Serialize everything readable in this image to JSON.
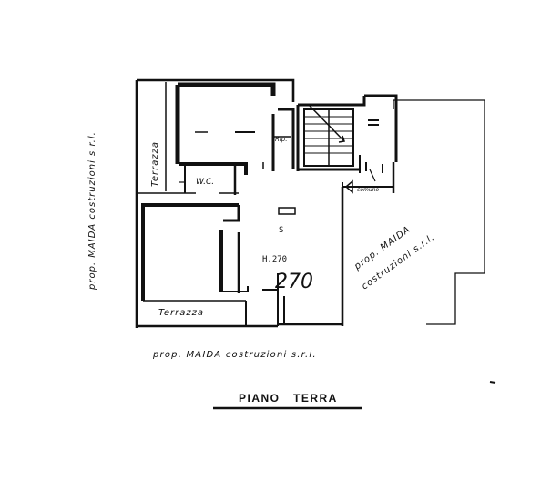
{
  "plan": {
    "title": "PIANO   TERRA",
    "labels": {
      "owner_left": "prop. MAIDA costruzioni s.r.l.",
      "owner_bottom": "prop. MAIDA costruzioni s.r.l.",
      "owner_right_line1": "prop. MAIDA",
      "owner_right_line2": "costruzioni s.r.l.",
      "terrace_left": "Terrazza",
      "terrace_bottom": "Terrazza",
      "wc": "W.C.",
      "rip": "Rip.",
      "common": "comune",
      "height": "H.270",
      "height_big": "270",
      "room_mark": "S"
    }
  }
}
